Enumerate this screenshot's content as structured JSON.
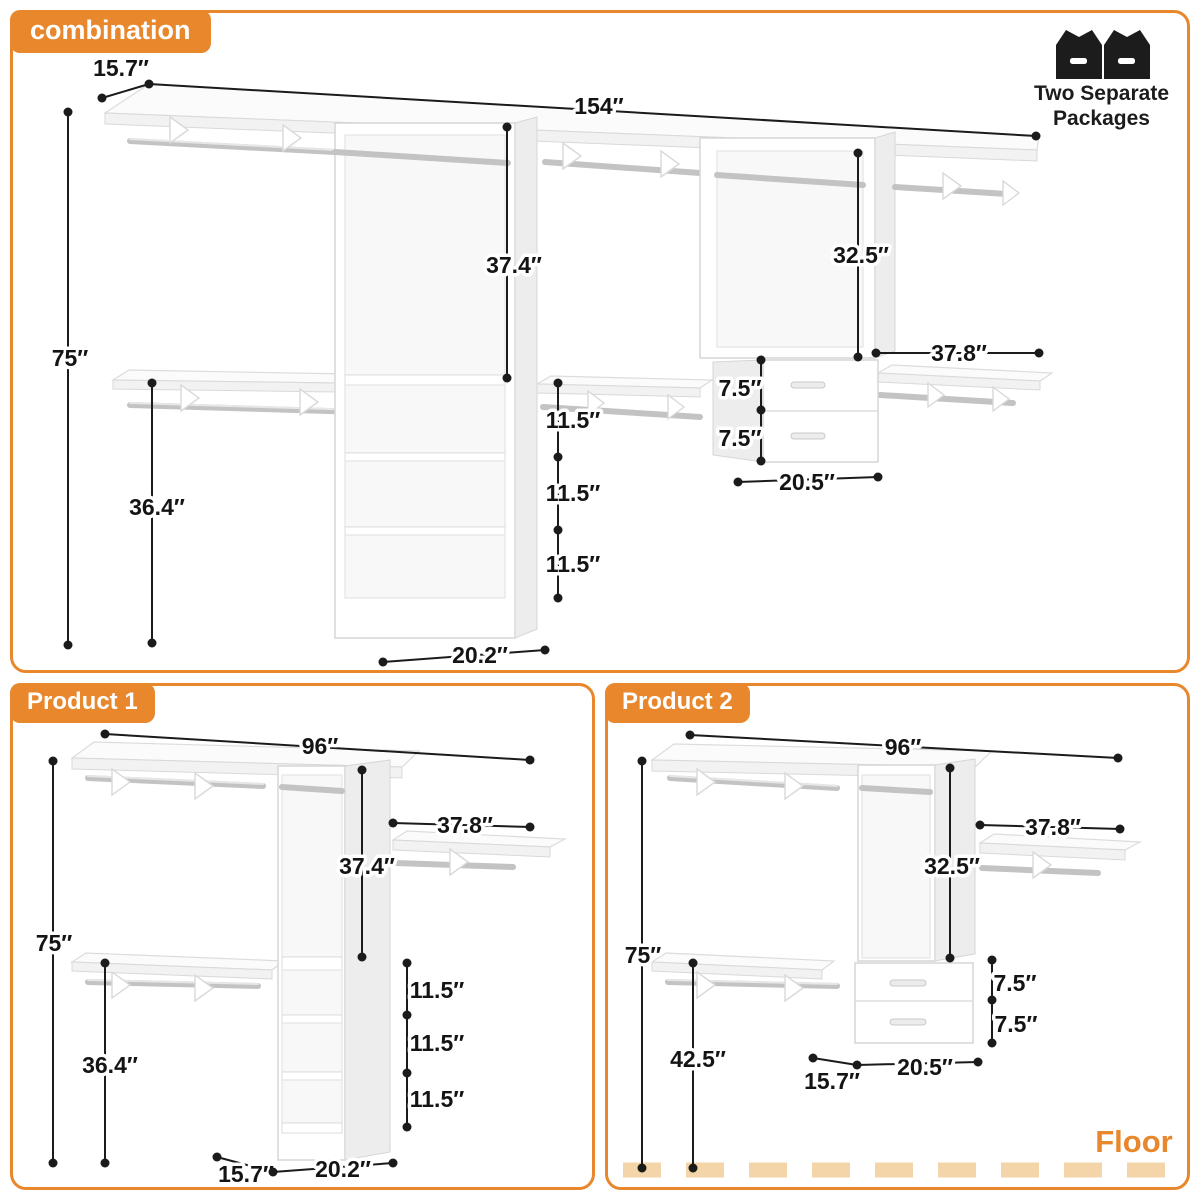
{
  "colors": {
    "accent": "#E8872B",
    "floor_dash": "#F3D5A9",
    "ink": "#1B1B1B"
  },
  "icons": {
    "packages": "two-boxes-icon"
  },
  "combination": {
    "badge": "combination",
    "packages_note": {
      "line1": "Two Separate",
      "line2": "Packages"
    },
    "dims": {
      "depth": "15.7″",
      "total_width": "154″",
      "total_height": "75″",
      "lower_shelf_height": "36.4″",
      "tower1_upper_height": "37.4″",
      "tower2_upper_height": "32.5″",
      "right_shelf_width": "37.8″",
      "drawer_top": "7.5″",
      "drawer_bottom": "7.5″",
      "cubby1": "11.5″",
      "cubby2": "11.5″",
      "cubby3": "11.5″",
      "drawer_width": "20.5″",
      "tower_width": "20.2″"
    }
  },
  "product1": {
    "badge": "Product 1",
    "dims": {
      "width": "96″",
      "right_shelf_width": "37.8″",
      "tower_upper_height": "37.4″",
      "height": "75″",
      "lower_shelf_height": "36.4″",
      "cubby1": "11.5″",
      "cubby2": "11.5″",
      "cubby3": "11.5″",
      "depth": "15.7″",
      "tower_width": "20.2″"
    }
  },
  "product2": {
    "badge": "Product 2",
    "dims": {
      "width": "96″",
      "right_shelf_width": "37.8″",
      "tower_upper_height": "32.5″",
      "height": "75″",
      "rod_height": "42.5″",
      "drawer_top": "7.5″",
      "drawer_bottom": "7.5″",
      "depth": "15.7″",
      "drawer_width": "20.5″"
    },
    "floor_label": "Floor"
  }
}
